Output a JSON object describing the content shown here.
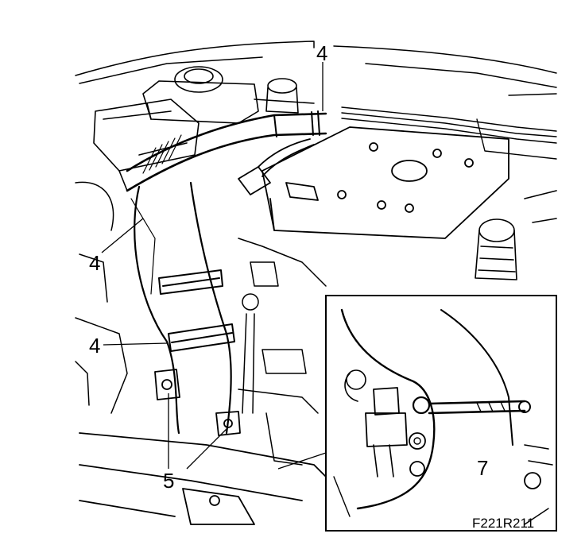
{
  "diagram": {
    "callouts": {
      "top": "4",
      "left_upper": "4",
      "left_lower": "4",
      "bottom_a": "5",
      "bottom_b": "5",
      "inset": "7"
    },
    "figure_ref": "F221R211"
  },
  "colors": {
    "ink": "#000000",
    "paper": "#ffffff",
    "shade": "#d9d9d9"
  }
}
